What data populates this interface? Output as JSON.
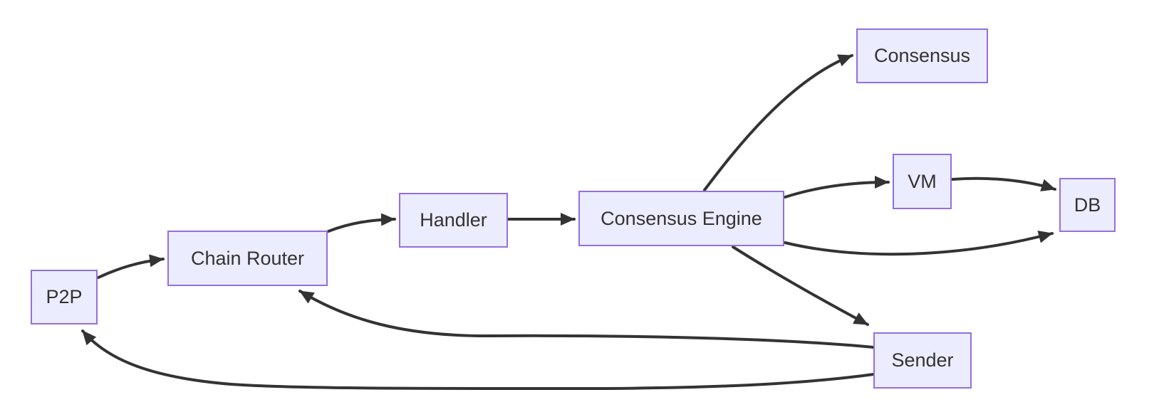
{
  "diagram": {
    "type": "flowchart",
    "direction": "left-to-right",
    "nodes": [
      {
        "id": "p2p",
        "label": "P2P"
      },
      {
        "id": "chain-router",
        "label": "Chain Router"
      },
      {
        "id": "handler",
        "label": "Handler"
      },
      {
        "id": "consensus-engine",
        "label": "Consensus Engine"
      },
      {
        "id": "consensus",
        "label": "Consensus"
      },
      {
        "id": "vm",
        "label": "VM"
      },
      {
        "id": "db",
        "label": "DB"
      },
      {
        "id": "sender",
        "label": "Sender"
      }
    ],
    "edges": [
      {
        "from": "P2P",
        "to": "Chain Router"
      },
      {
        "from": "Chain Router",
        "to": "Handler"
      },
      {
        "from": "Handler",
        "to": "Consensus Engine"
      },
      {
        "from": "Consensus Engine",
        "to": "Consensus"
      },
      {
        "from": "Consensus Engine",
        "to": "VM"
      },
      {
        "from": "VM",
        "to": "DB"
      },
      {
        "from": "Consensus Engine",
        "to": "DB"
      },
      {
        "from": "Consensus Engine",
        "to": "Sender"
      },
      {
        "from": "Sender",
        "to": "Chain Router"
      },
      {
        "from": "Sender",
        "to": "P2P"
      }
    ],
    "colors": {
      "background": "#FFFFFF",
      "node_fill": "#ECECFF",
      "node_border": "#9370DB",
      "edge": "#333333",
      "text": "#333333"
    }
  }
}
